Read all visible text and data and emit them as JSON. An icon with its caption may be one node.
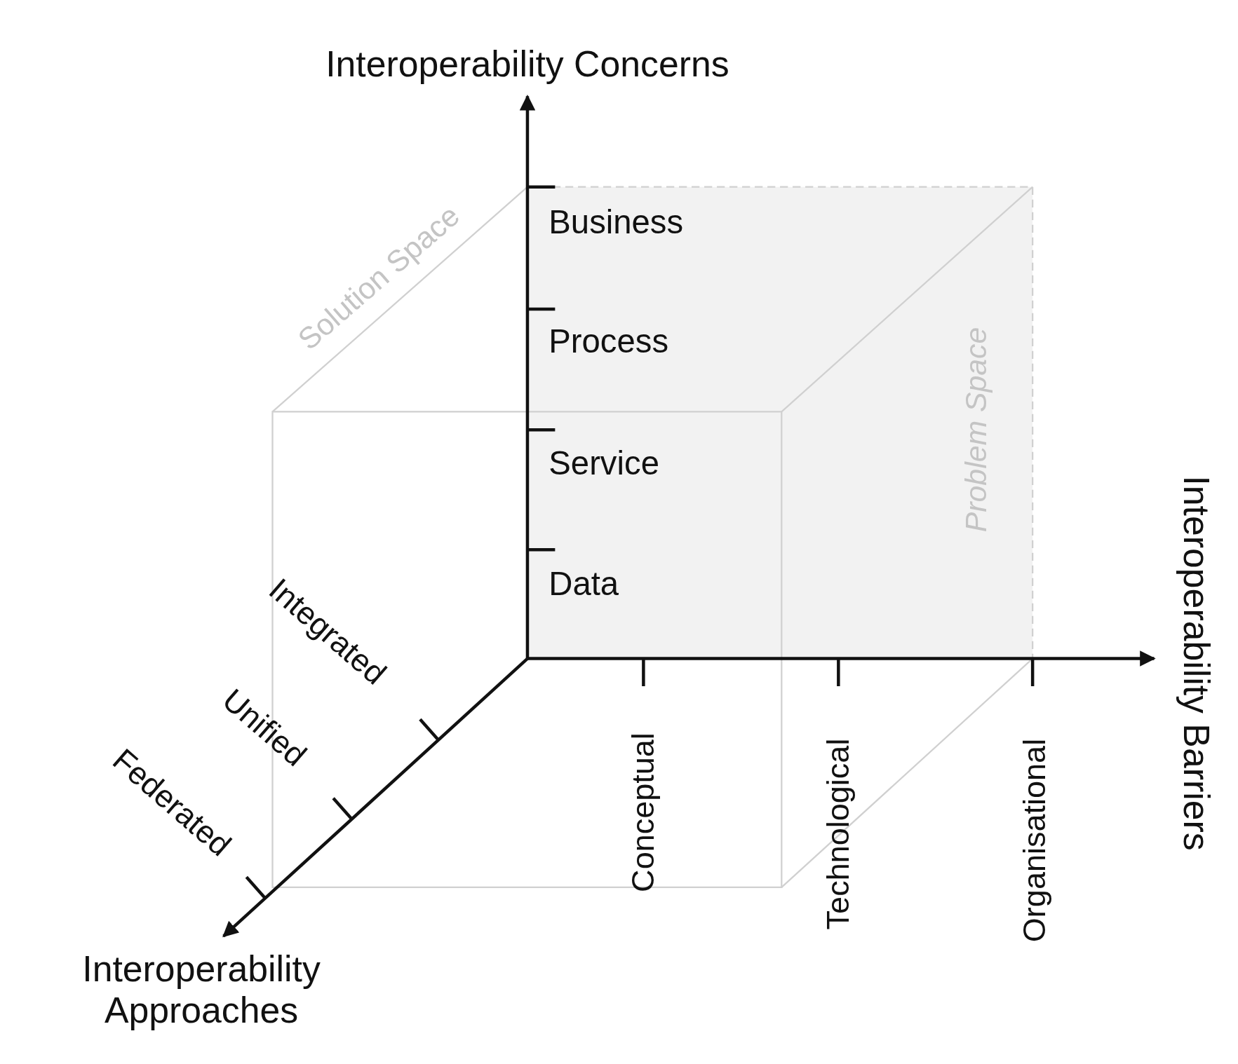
{
  "diagram": {
    "labels": [
      "Interoperability Concerns",
      "Solution Space",
      "Business",
      "Process",
      "Service",
      "Problem Space",
      "Interoperability Barriers",
      "Data",
      "Integrated",
      "Unified",
      "Federated",
      "Conceptual",
      "Technological",
      "Organisational",
      "Interoperability Approaches"
    ]
  }
}
